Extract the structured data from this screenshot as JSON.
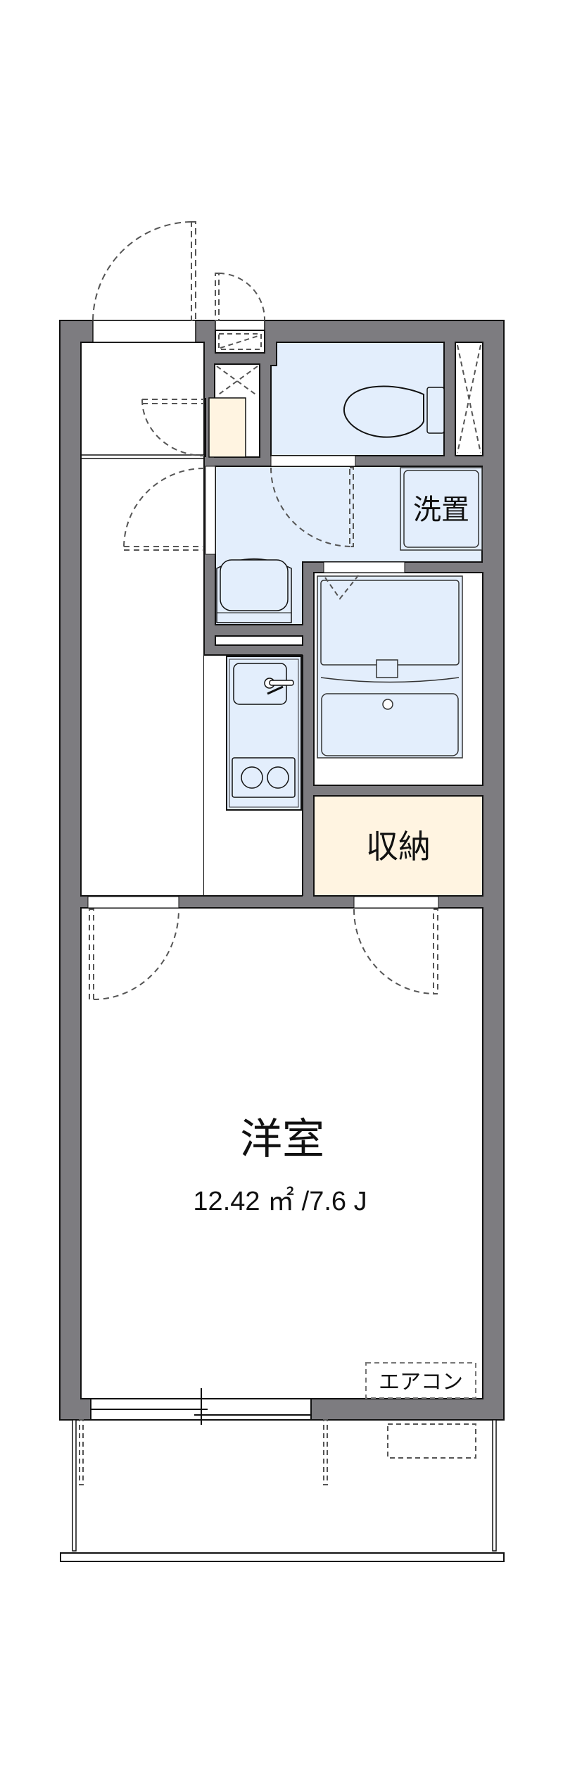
{
  "floorplan": {
    "colors": {
      "wall": "#7d7c80",
      "wet_area": "#e3eefc",
      "storage": "#fff4e1",
      "floor": "#ffffff",
      "line": "#111111",
      "dashed": "#555555"
    },
    "rooms": {
      "washroom": {
        "label": "洗置"
      },
      "storage": {
        "label": "収納"
      },
      "western_room": {
        "label": "洋室",
        "area": "12.42 ㎡ /7.6 J"
      },
      "aircon": {
        "label": "エアコン"
      }
    }
  }
}
